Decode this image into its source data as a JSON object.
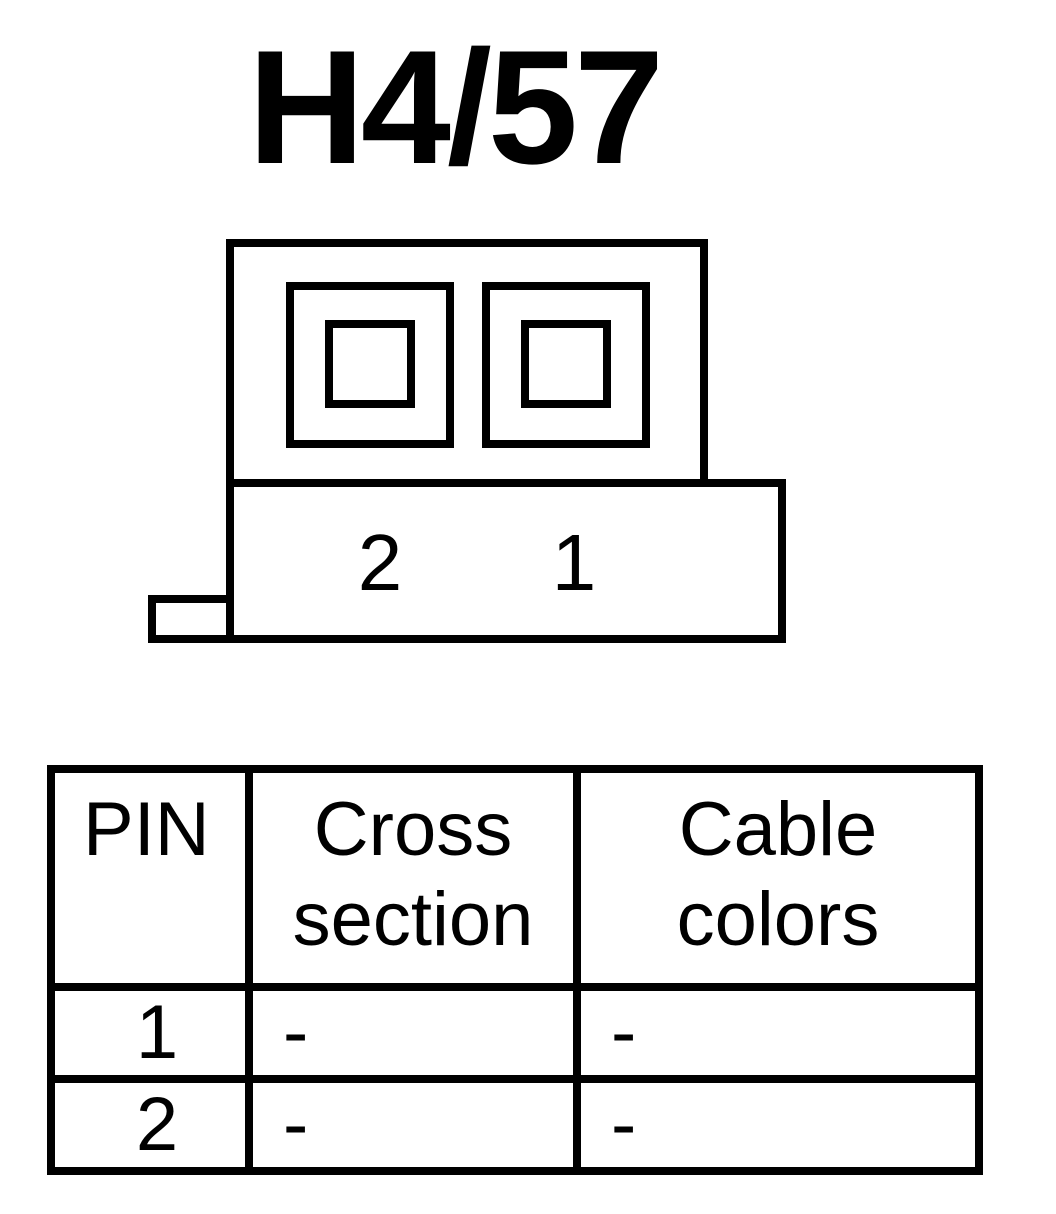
{
  "title": "H4/57",
  "connector": {
    "pin_labels": [
      "2",
      "1"
    ]
  },
  "table": {
    "headers": {
      "pin": "PIN",
      "cross_section_line1": "Cross",
      "cross_section_line2": "section",
      "cable_colors_line1": "Cable",
      "cable_colors_line2": "colors"
    },
    "rows": [
      {
        "pin": "1",
        "cross_section": "-",
        "cable_colors": "-"
      },
      {
        "pin": "2",
        "cross_section": "-",
        "cable_colors": "-"
      }
    ]
  },
  "colors": {
    "line": "#000000",
    "background": "#ffffff"
  }
}
